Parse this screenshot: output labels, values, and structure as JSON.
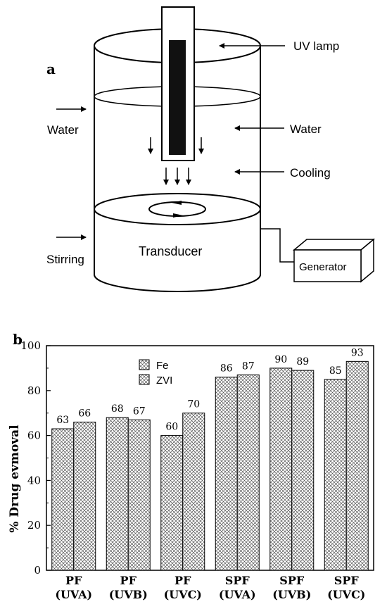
{
  "panel_a": {
    "label": "a",
    "labels": {
      "uv_lamp": "UV lamp",
      "water_right": "Water",
      "water_left": "Water",
      "cooling": "Cooling",
      "stirring": "Stirring",
      "transducer": "Transducer",
      "generator": "Generator"
    }
  },
  "panel_b": {
    "label": "b",
    "legend": [
      "Fe",
      "ZVI"
    ]
  },
  "chart_data": {
    "type": "bar",
    "title": "",
    "xlabel": "",
    "ylabel": "% Drug evmoval",
    "ylim": [
      0,
      100
    ],
    "yticks": [
      0,
      20,
      40,
      60,
      80,
      100
    ],
    "categories": [
      [
        "PF",
        "(UVA)"
      ],
      [
        "PF",
        "(UVB)"
      ],
      [
        "PF",
        "(UVC)"
      ],
      [
        "SPF",
        "(UVA)"
      ],
      [
        "SPF",
        "(UVB)"
      ],
      [
        "SPF",
        "(UVC)"
      ]
    ],
    "series": [
      {
        "name": "Fe",
        "values": [
          63,
          68,
          60,
          86,
          90,
          85
        ]
      },
      {
        "name": "ZVI",
        "values": [
          66,
          67,
          70,
          87,
          89,
          93
        ]
      }
    ],
    "grid": false,
    "legend_position": "top-left"
  }
}
